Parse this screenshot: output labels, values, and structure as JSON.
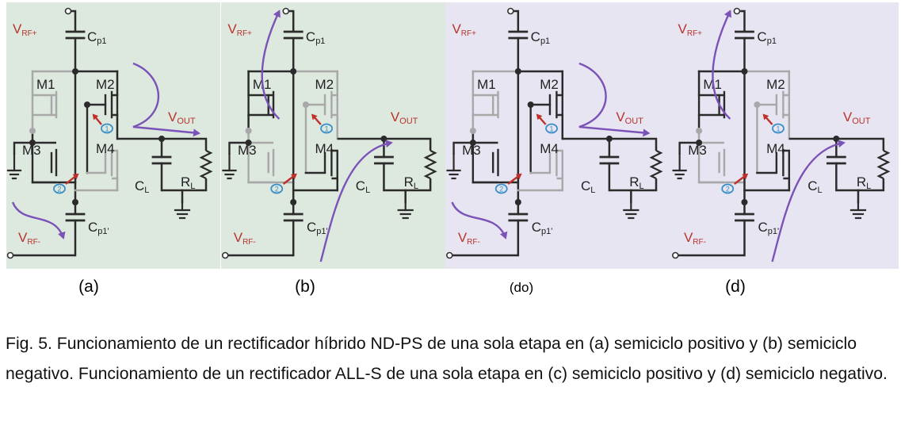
{
  "figure": {
    "panels": [
      {
        "id": "a",
        "label": "(a)",
        "bg": "#dde8de",
        "vrf_pos": "V",
        "vrf_pos_sub": "RF+",
        "vrf_neg": "V",
        "vrf_neg_sub": "RF-",
        "cp1": "C",
        "cp1_sub": "p1",
        "cp1p": "C",
        "cp1p_sub": "p1'",
        "m1": "M1",
        "m2": "M2",
        "m3": "M3",
        "m4": "M4",
        "vout": "V",
        "vout_sub": "OUT",
        "cl": "C",
        "cl_sub": "L",
        "rl": "R",
        "rl_sub": "L",
        "step1": "1",
        "step2": "2"
      },
      {
        "id": "b",
        "label": "(b)",
        "bg": "#dde8de",
        "vrf_pos": "V",
        "vrf_pos_sub": "RF+",
        "vrf_neg": "V",
        "vrf_neg_sub": "RF-",
        "cp1": "C",
        "cp1_sub": "p1",
        "cp1p": "C",
        "cp1p_sub": "p1'",
        "m1": "M1",
        "m2": "M2",
        "m3": "M3",
        "m4": "M4",
        "vout": "V",
        "vout_sub": "OUT",
        "cl": "C",
        "cl_sub": "L",
        "rl": "R",
        "rl_sub": "L",
        "step1": "1",
        "step2": "2"
      },
      {
        "id": "c",
        "label": "(do)",
        "bg": "#e6e5f1",
        "vrf_pos": "V",
        "vrf_pos_sub": "RF+",
        "vrf_neg": "V",
        "vrf_neg_sub": "RF-",
        "cp1": "C",
        "cp1_sub": "p1",
        "cp1p": "C",
        "cp1p_sub": "p1'",
        "m1": "M1",
        "m2": "M2",
        "m3": "M3",
        "m4": "M4",
        "vout": "V",
        "vout_sub": "OUT",
        "cl": "C",
        "cl_sub": "L",
        "rl": "R",
        "rl_sub": "L",
        "step1": "1",
        "step2": "2"
      },
      {
        "id": "d",
        "label": "(d)",
        "bg": "#e6e5f1",
        "vrf_pos": "V",
        "vrf_pos_sub": "RF+",
        "vrf_neg": "V",
        "vrf_neg_sub": "RF-",
        "cp1": "C",
        "cp1_sub": "p1",
        "cp1p": "C",
        "cp1p_sub": "p1'",
        "m1": "M1",
        "m2": "M2",
        "m3": "M3",
        "m4": "M4",
        "vout": "V",
        "vout_sub": "OUT",
        "cl": "C",
        "cl_sub": "L",
        "rl": "R",
        "rl_sub": "L",
        "step1": "1",
        "step2": "2"
      }
    ],
    "colors": {
      "wire_active": "#2b2b2b",
      "wire_inactive": "#a8a8a8",
      "label_red": "#b8332a",
      "flow_arrow": "#7a52b8",
      "step_arrow": "#c0302a",
      "step_circle": "#3a8fc8"
    }
  },
  "caption": "Fig. 5. Funcionamiento de un rectificador híbrido ND-PS de una sola etapa en (a) semiciclo positivo y (b) semiciclo negativo. Funcionamiento de un rectificador ALL-S de una sola etapa en (c) semiciclo positivo y (d) semiciclo negativo."
}
